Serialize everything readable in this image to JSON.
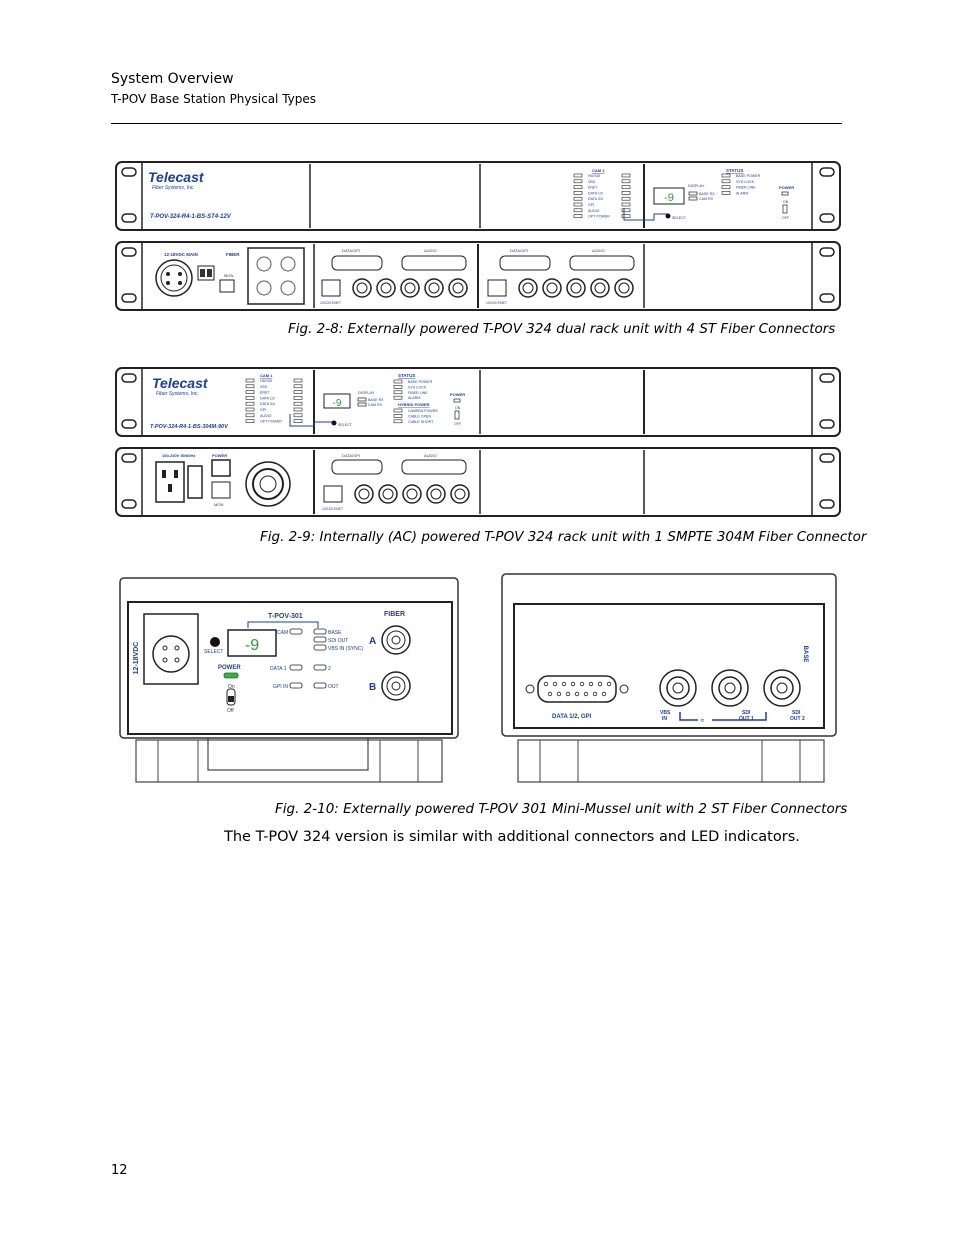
{
  "header": {
    "section": "System Overview",
    "subsection": "T-POV Base Station Physical Types"
  },
  "figures": {
    "fig8": {
      "caption": "Fig. 2-8: Externally powered T-POV 324 dual rack unit with 4 ST Fiber Connectors",
      "logo": "Telecast",
      "logo_sub": "Fiber Systems, Inc.",
      "model": "T-POV-324-R4-1-BS-ST4-12V",
      "cam_label": "CAM 1",
      "leds": [
        "HD/SDI",
        "VBS",
        "ENET",
        "DATA 1/2",
        "DATA 3/4",
        "GPI",
        "AUDIO",
        "OPT POWER"
      ],
      "display_label": "DISPLAY",
      "display_value": "-9",
      "base_rx": "BASE RX",
      "cam_rx": "CAM RX",
      "status_label": "STATUS",
      "status_items": [
        "BASE POWER",
        "SYS LOCK",
        "FIBER LINK",
        "ALARM"
      ],
      "power_label": "POWER",
      "on": "ON",
      "off": "OFF",
      "select": "SELECT",
      "rear_power": "12-18VDC MAIN",
      "fiber": "FIBER",
      "mon": "MON",
      "data_gpi": "DATA/GPI",
      "audio": "AUDIO",
      "enet": "10/100 ENET"
    },
    "fig9": {
      "caption": "Fig. 2-9: Internally (AC) powered T-POV 324 rack unit with 1 SMPTE 304M Fiber Connector",
      "logo": "Telecast",
      "logo_sub": "Fiber Systems, Inc.",
      "model": "T-POV-324-R4-1-BS-304M-90V",
      "cam_label": "CAM 1",
      "leds": [
        "HD/SDI",
        "VBS",
        "ENET",
        "DATA 1/2",
        "DATA 3/4",
        "GPI",
        "AUDIO",
        "OPT POWER"
      ],
      "display_label": "DISPLAY",
      "display_value": "-9",
      "base_rx": "BASE RX",
      "cam_rx": "CAM RX",
      "status_label": "STATUS",
      "status_items": [
        "BASE POWER",
        "SYS LOCK",
        "FIBER LINK",
        "ALARM"
      ],
      "hybrid_label": "HYBRID POWER",
      "hybrid_items": [
        "CAMERA POWER",
        "CABLE OPEN",
        "CABLE SHORT"
      ],
      "power_label": "POWER",
      "on": "ON",
      "off": "OFF",
      "select": "SELECT",
      "rear_power": "100-240V 50/60Hz",
      "power": "POWER",
      "mon": "MON",
      "data_gpi": "DATA/GPI",
      "audio": "AUDIO",
      "enet": "10/100 ENET"
    },
    "fig10": {
      "caption": "Fig. 2-10: Externally powered T-POV 301 Mini-Mussel unit with 2 ST Fiber Connectors",
      "dc_label": "12-18VDC",
      "model": "T-POV-301",
      "display_value": "-9",
      "cam": "CAM",
      "base": "BASE",
      "sdi_out": "SDI OUT",
      "vbs_in": "VBS IN (SYNC)",
      "select": "SELECT",
      "power": "POWER",
      "data1": "DATA 1",
      "two": "2",
      "gpi_in": "GPI IN",
      "out": "OUT",
      "on": "On",
      "off": "Off",
      "fiber": "FIBER",
      "a": "A",
      "b": "B",
      "base_v": "BASE",
      "data_gpi": "DATA 1/2, GPI",
      "vbs": "VBS",
      "in": "IN",
      "sdi1": "SDI",
      "out1": "OUT 1",
      "sdi2": "SDI",
      "out2": "OUT 2"
    }
  },
  "body": {
    "text": "The T-POV 324 version is similar with additional connectors and LED indicators."
  },
  "footer": {
    "page": "12"
  }
}
